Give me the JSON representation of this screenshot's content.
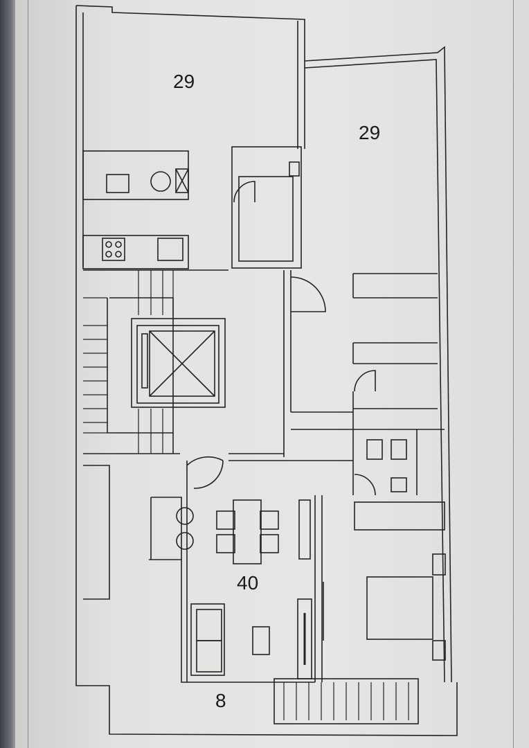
{
  "plan": {
    "rooms": [
      {
        "id": "top-left-unit",
        "area": "29"
      },
      {
        "id": "top-right-unit",
        "area": "29"
      },
      {
        "id": "living-dining",
        "area": "40"
      },
      {
        "id": "terrace",
        "area": "8"
      }
    ]
  },
  "colors": {
    "wall": "#222222",
    "paper": "#e4e4e2"
  }
}
